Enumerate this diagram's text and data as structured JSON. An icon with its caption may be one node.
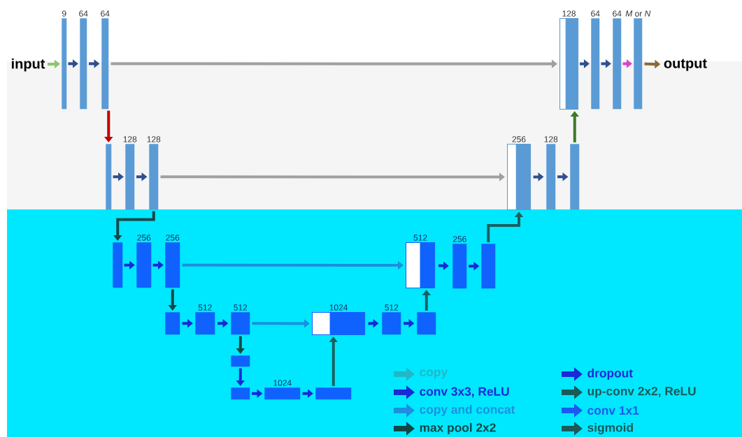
{
  "diagram": {
    "nodes": [
      {
        "text": [
          "input"
        ]
      },
      {
        "text": [
          "9"
        ]
      },
      {
        "text": [
          "64"
        ]
      },
      {
        "text": [
          "64"
        ]
      },
      {
        "text": [
          "128"
        ]
      },
      {
        "text": [
          "64"
        ]
      },
      {
        "text": [
          "64"
        ]
      },
      {
        "text": [
          "*M* or *N*"
        ]
      },
      {
        "text": [
          "output"
        ]
      },
      {
        "text": [],
        "shape": "bar"
      },
      {
        "text": [
          "128"
        ]
      },
      {
        "text": [
          "128"
        ]
      },
      {
        "text": [
          "256"
        ]
      },
      {
        "text": [
          "128"
        ]
      },
      {
        "text": [],
        "shape": "bar"
      },
      {
        "text": [],
        "shape": "bar"
      },
      {
        "text": [
          "256"
        ]
      },
      {
        "text": [
          "256"
        ]
      },
      {
        "text": [
          "512"
        ]
      },
      {
        "text": [
          "256"
        ]
      },
      {
        "text": [],
        "shape": "bar"
      },
      {
        "text": [],
        "shape": "bar"
      },
      {
        "text": [
          "512"
        ]
      },
      {
        "text": [
          "512"
        ]
      },
      {
        "text": [
          "1024"
        ]
      },
      {
        "text": [
          "512"
        ]
      },
      {
        "text": [],
        "shape": "bar"
      },
      {
        "text": [],
        "shape": "bar"
      },
      {
        "text": [],
        "shape": "bar"
      },
      {
        "text": [
          "1024"
        ]
      },
      {
        "text": [],
        "shape": "bar"
      }
    ],
    "edges": [
      {
        "from": 0,
        "to": 1,
        "arrow": "to",
        "color": "#8dc46e"
      },
      {
        "from": 1,
        "to": 2,
        "arrow": "to",
        "color": "#2f4f8f"
      },
      {
        "from": 2,
        "to": 3,
        "arrow": "to",
        "color": "#2f4f8f"
      },
      {
        "from": 3,
        "to": 4,
        "arrow": "to",
        "color": "#a0a0a0"
      },
      {
        "from": 3,
        "to": 9,
        "arrow": "to",
        "color": "#c00000"
      },
      {
        "from": 4,
        "to": 5,
        "arrow": "to",
        "color": "#2f4f8f"
      },
      {
        "from": 5,
        "to": 6,
        "arrow": "to",
        "color": "#2f4f8f"
      },
      {
        "from": 6,
        "to": 7,
        "arrow": "to",
        "color": "#e040c8"
      },
      {
        "from": 7,
        "to": 8,
        "arrow": "to",
        "color": "#8a6a30"
      },
      {
        "from": 9,
        "to": 10,
        "arrow": "to",
        "color": "#2f4f8f"
      },
      {
        "from": 10,
        "to": 11,
        "arrow": "to",
        "color": "#2f4f8f"
      },
      {
        "from": 11,
        "to": 12,
        "arrow": "to",
        "color": "#a0a0a0"
      },
      {
        "from": 11,
        "to": 15,
        "arrow": "to",
        "color": "#154848"
      },
      {
        "from": 12,
        "to": 13,
        "arrow": "to",
        "color": "#2f4f8f"
      },
      {
        "from": 13,
        "to": 14,
        "arrow": "to",
        "color": "#2f4f8f"
      },
      {
        "from": 14,
        "to": 4,
        "arrow": "to",
        "color": "#3a7a2a"
      },
      {
        "from": 15,
        "to": 16,
        "arrow": "to"
      },
      {
        "from": 16,
        "to": 17,
        "arrow": "to"
      },
      {
        "from": 17,
        "to": 18,
        "arrow": "to",
        "color": "#1a90e0"
      },
      {
        "from": 17,
        "to": 21,
        "arrow": "to",
        "color": "#154848"
      },
      {
        "from": 18,
        "to": 19,
        "arrow": "to"
      },
      {
        "from": 19,
        "to": 20,
        "arrow": "to"
      },
      {
        "from": 20,
        "to": 12,
        "arrow": "to",
        "color": "#1a6060"
      },
      {
        "from": 21,
        "to": 22,
        "arrow": "to"
      },
      {
        "from": 22,
        "to": 23,
        "arrow": "to"
      },
      {
        "from": 23,
        "to": 24,
        "arrow": "to",
        "color": "#1a90e0"
      },
      {
        "from": 23,
        "to": 27,
        "arrow": "to",
        "color": "#154848"
      },
      {
        "from": 24,
        "to": 25,
        "arrow": "to"
      },
      {
        "from": 25,
        "to": 26,
        "arrow": "to"
      },
      {
        "from": 26,
        "to": 18,
        "arrow": "to",
        "color": "#1a6060"
      },
      {
        "from": 27,
        "to": 28,
        "arrow": "to"
      },
      {
        "from": 28,
        "to": 29,
        "arrow": "to"
      },
      {
        "from": 29,
        "to": 30,
        "arrow": "to"
      },
      {
        "from": 30,
        "to": 24,
        "arrow": "to",
        "color": "#1a6060"
      }
    ],
    "legend": [
      {
        "text": "copy",
        "color": "#20b8c8"
      },
      {
        "text": "conv 3x3, ReLU",
        "color": "#1a2ad8"
      },
      {
        "text": "copy and concat",
        "color": "#1a90e0"
      },
      {
        "text": "max pool 2x2",
        "color": "#104848"
      },
      {
        "text": "dropout",
        "color": "#1a2ad8"
      },
      {
        "text": "up-conv 2x2, ReLU",
        "color": "#1a5a5a"
      },
      {
        "text": "conv 1x1",
        "color": "#1a5af0"
      },
      {
        "text": "sigmoid",
        "color": "#1a5a5a"
      }
    ]
  }
}
